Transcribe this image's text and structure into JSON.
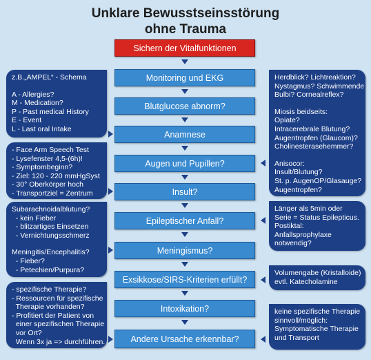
{
  "title": {
    "line1": "Unklare Bewusstseinsstörung",
    "line2": "ohne Trauma"
  },
  "steps": [
    "Sichern der Vitalfunktionen",
    "Monitoring und EKG",
    "Blutglucose abnorm?",
    "Anamnese",
    "Augen und Pupillen?",
    "Insult?",
    "Epileptischer Anfall?",
    "Meningismus?",
    "Exsikkose/SIRS-Kriterien erfüllt?",
    "Intoxikation?",
    "Andere Ursache erkennbar?"
  ],
  "left_notes": {
    "ampel": [
      "z.B.„AMPEL“ - Schema",
      "",
      "A - Allergies?",
      "M - Medication?",
      "P - Past medical History",
      "E - Event",
      "L - Last oral Intake"
    ],
    "insult": [
      "- Face Arm Speech Test",
      "- Lysefenster 4,5-(6h)!",
      "- Symptombeginn?",
      "- Ziel: 120 - 220 mmHgSyst",
      "- 30° Oberkörper hoch",
      "- Transportziel = Zentrum"
    ],
    "meningitis": [
      "Subarachnoidalblutung?",
      "  - kein Fieber",
      "  - blitzartiges Einsetzen",
      "  - Vernichtungsschmerz",
      "",
      "Meningitis/Encephalitis?",
      "  - Fieber?",
      "  - Petechien/Purpura?"
    ],
    "therapy": [
      "- spezifische Therapie?",
      "- Ressourcen für spezifische",
      "  Therapie vorhanden?",
      "- Profitiert der Patient von",
      "  einer spezifischen Therapie",
      "  vor Ort?",
      "  Wenn 3x ja => durchführen."
    ]
  },
  "right_notes": {
    "eyes": [
      "Herdblick? Lichtreaktion?",
      "Nystagmus? Schwimmende",
      "Bulbi? Cornealreflex?",
      "",
      "Miosis beidseits:",
      "Opiate?",
      "Intracerebrale Blutung?",
      "Augentropfen (Glaucom)?",
      "Cholinesterasehemmer?",
      "",
      "Anisocor:",
      "Insult/Blutung?",
      "St. p. AugenOP/Glasauge?",
      "Augentropfen?"
    ],
    "seizure": [
      "Länger als 5min oder",
      "Serie = Status Epilepticus.",
      "Postiktal:",
      "Anfallsprophylaxe",
      "notwendig?"
    ],
    "volume": [
      "Volumengabe (Kristalloide)",
      "evtl. Katecholamine"
    ],
    "no_therapy": [
      "keine spezifische Therapie",
      "sinnvoll/möglich:",
      "Symptomatische Therapie",
      "und Transport"
    ]
  }
}
